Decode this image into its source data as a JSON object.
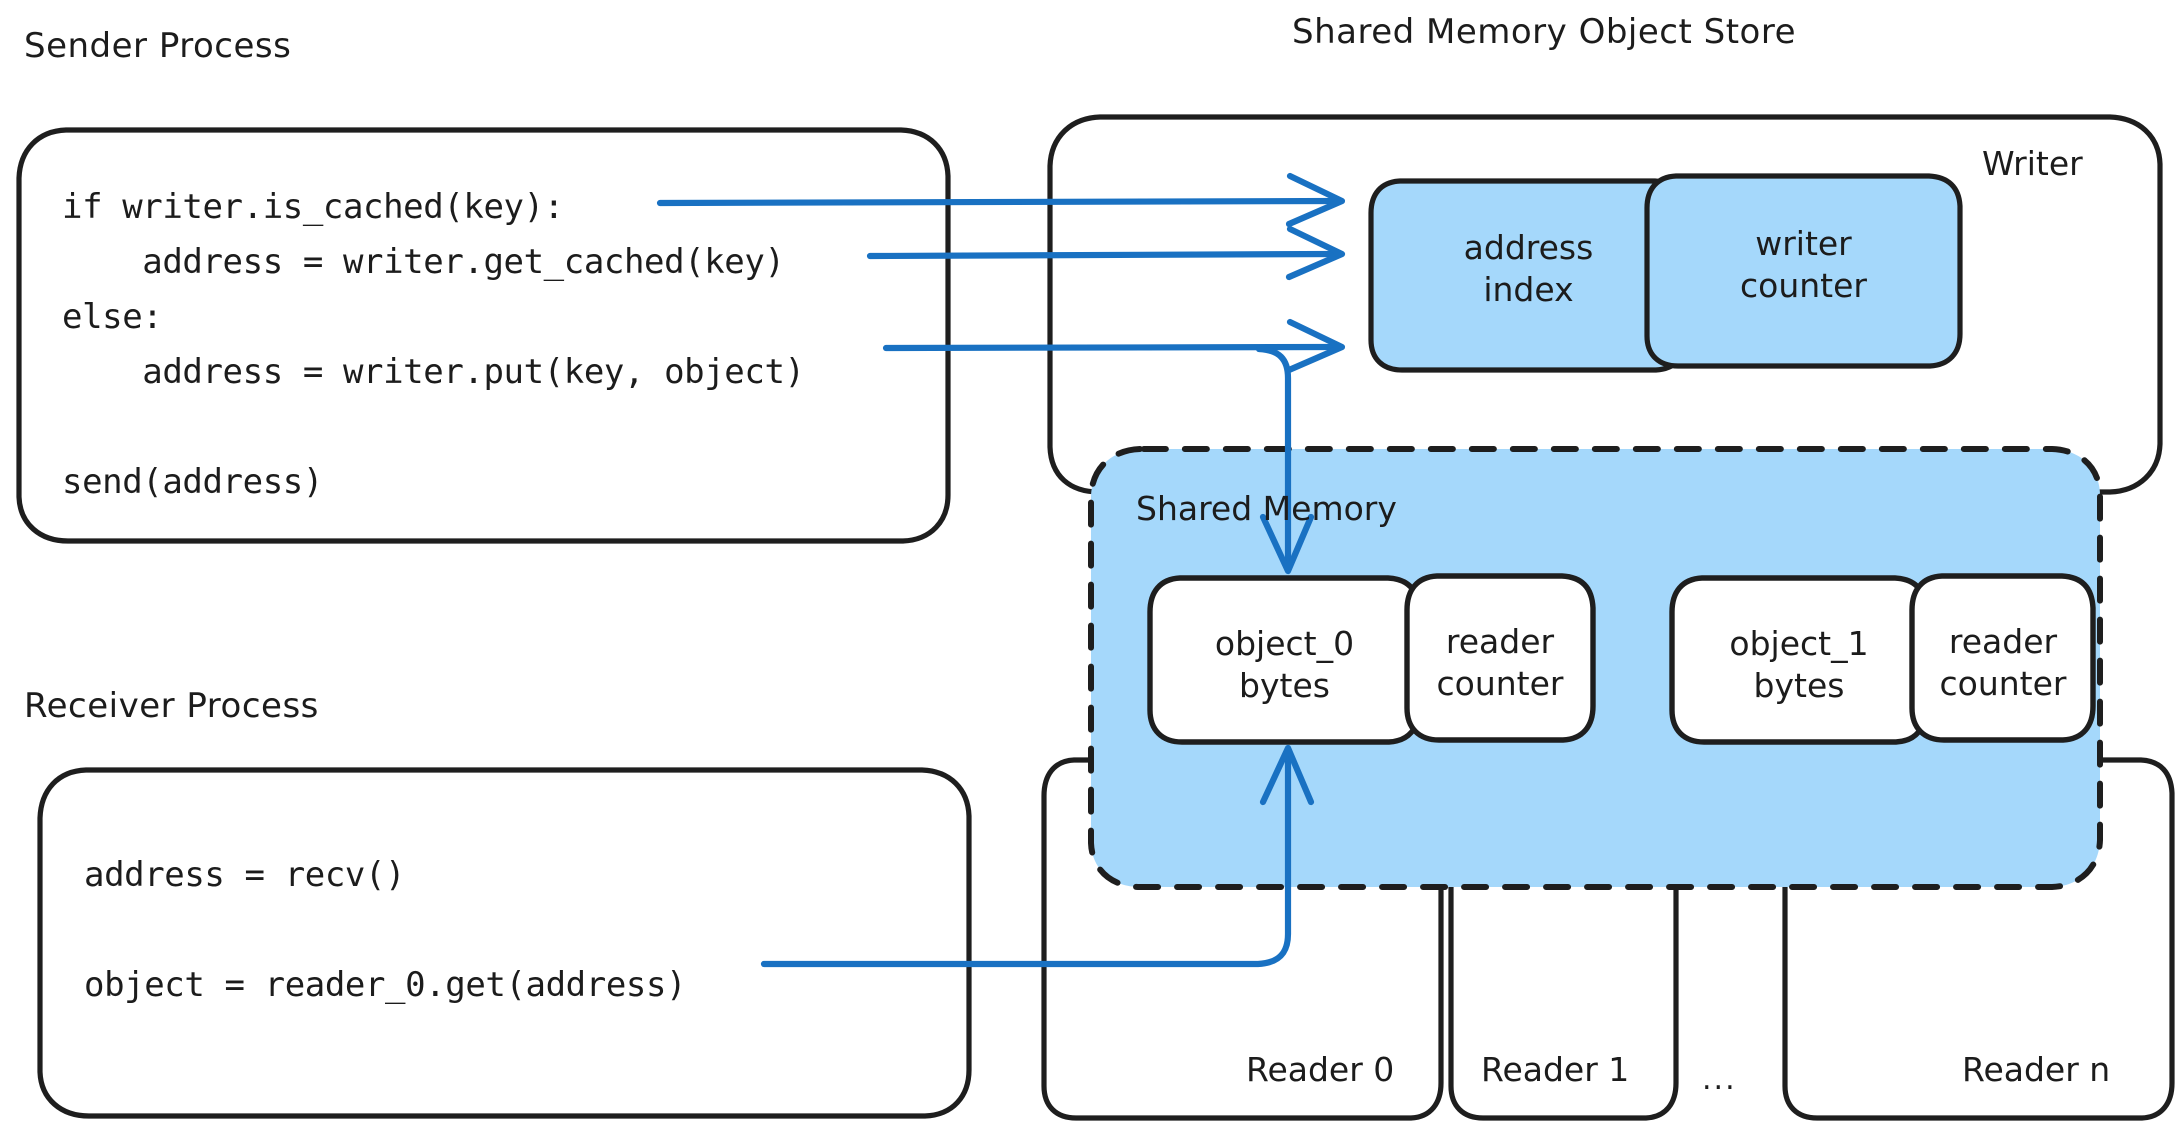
{
  "colors": {
    "stroke": "#1e1e1e",
    "arrow": "#1971c2",
    "fill_blue": "#a5d8fb",
    "white": "#ffffff",
    "background": "#ffffff"
  },
  "sender": {
    "title": "Sender Process",
    "code_lines": [
      "if writer.is_cached(key):",
      "    address = writer.get_cached(key)",
      "else:",
      "    address = writer.put(key, object)",
      "",
      "send(address)"
    ]
  },
  "receiver": {
    "title": "Receiver Process",
    "code_lines": [
      "address = recv()",
      "",
      "object = reader_0.get(address)"
    ]
  },
  "store": {
    "title": "Shared Memory Object Store",
    "writer": {
      "label": "Writer",
      "cells": [
        {
          "line1": "address",
          "line2": "index"
        },
        {
          "line1": "writer",
          "line2": "counter"
        }
      ]
    },
    "shared_memory": {
      "label": "Shared Memory",
      "slots": [
        {
          "object": {
            "line1": "object_0",
            "line2": "bytes"
          },
          "counter": {
            "line1": "reader",
            "line2": "counter"
          }
        },
        {
          "object": {
            "line1": "object_1",
            "line2": "bytes"
          },
          "counter": {
            "line1": "reader",
            "line2": "counter"
          }
        }
      ]
    },
    "readers": [
      {
        "label": "Reader 0"
      },
      {
        "label": "Reader 1"
      },
      {
        "label": "Reader n"
      }
    ],
    "readers_ellipsis": "..."
  },
  "arrows": [
    {
      "name": "is-cached-to-address-index",
      "from": "if writer.is_cached(key):",
      "to": "address index"
    },
    {
      "name": "get-cached-to-address-index",
      "from": "address = writer.get_cached(key)",
      "to": "address index"
    },
    {
      "name": "put-to-address-index",
      "from": "address = writer.put(key, object)",
      "to": "address index"
    },
    {
      "name": "put-to-object-0-bytes",
      "from": "address = writer.put(key, object)",
      "to": "object_0 bytes"
    },
    {
      "name": "reader-get-to-object-0-bytes",
      "from": "object = reader_0.get(address)",
      "to": "object_0 bytes"
    }
  ]
}
